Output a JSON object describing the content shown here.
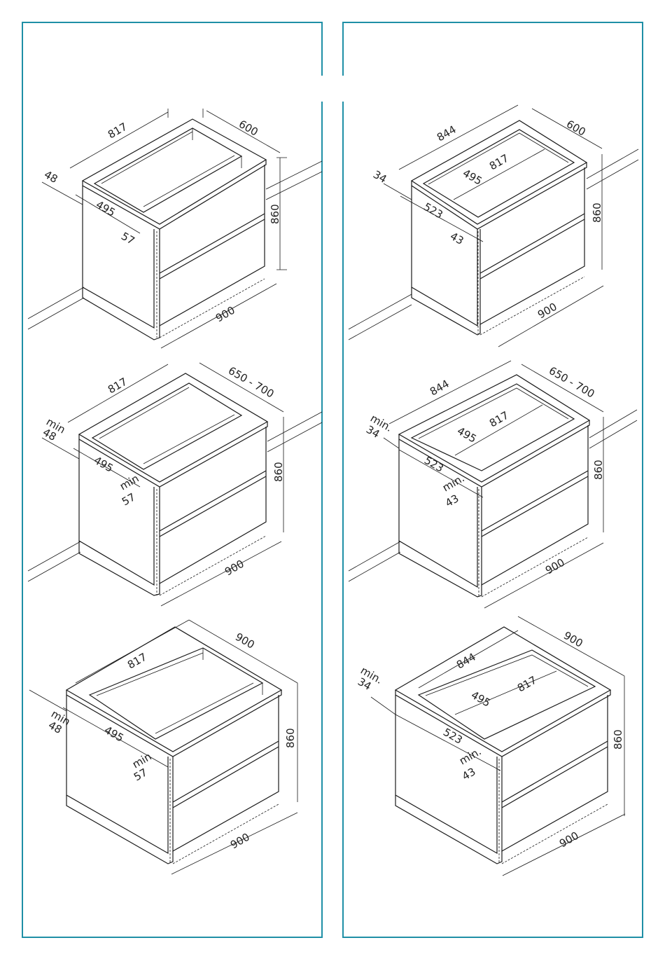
{
  "colors": {
    "frame": "#1f8fa6",
    "line": "#1a1a1a",
    "background": "#ffffff"
  },
  "panels": [
    {
      "id": "p1",
      "labels": {
        "width_top": "817",
        "depth": "600",
        "side_left": "48",
        "inner": "495",
        "bottom_min": "57",
        "height": "860",
        "width_base": "900"
      }
    },
    {
      "id": "p2",
      "labels": {
        "width_top": "844",
        "depth": "600",
        "side_left": "34",
        "inner_width": "817",
        "inner": "495",
        "outer": "523",
        "bottom_min": "43",
        "height": "860",
        "width_base": "900"
      }
    },
    {
      "id": "p3",
      "labels": {
        "width_top": "817",
        "depth": "650 - 700",
        "side_left_a": "min",
        "side_left_b": "48",
        "inner": "495",
        "bottom_min_a": "min",
        "bottom_min_b": "57",
        "height": "860",
        "width_base": "900"
      }
    },
    {
      "id": "p4",
      "labels": {
        "width_top": "844",
        "depth": "650 - 700",
        "side_left_a": "min.",
        "side_left_b": "34",
        "inner_width": "817",
        "inner": "495",
        "outer": "523",
        "bottom_min_a": "min.",
        "bottom_min_b": "43",
        "height": "860",
        "width_base": "900"
      }
    },
    {
      "id": "p5",
      "labels": {
        "width_top": "817",
        "depth": "900",
        "side_left_a": "min",
        "side_left_b": "48",
        "inner": "495",
        "bottom_min_a": "min",
        "bottom_min_b": "57",
        "height": "860",
        "width_base": "900"
      }
    },
    {
      "id": "p6",
      "labels": {
        "width_top": "844",
        "depth": "900",
        "side_left_a": "min.",
        "side_left_b": "34",
        "inner_width": "817",
        "inner": "495",
        "outer": "523",
        "bottom_min_a": "min.",
        "bottom_min_b": "43",
        "height": "860",
        "width_base": "900"
      }
    }
  ]
}
